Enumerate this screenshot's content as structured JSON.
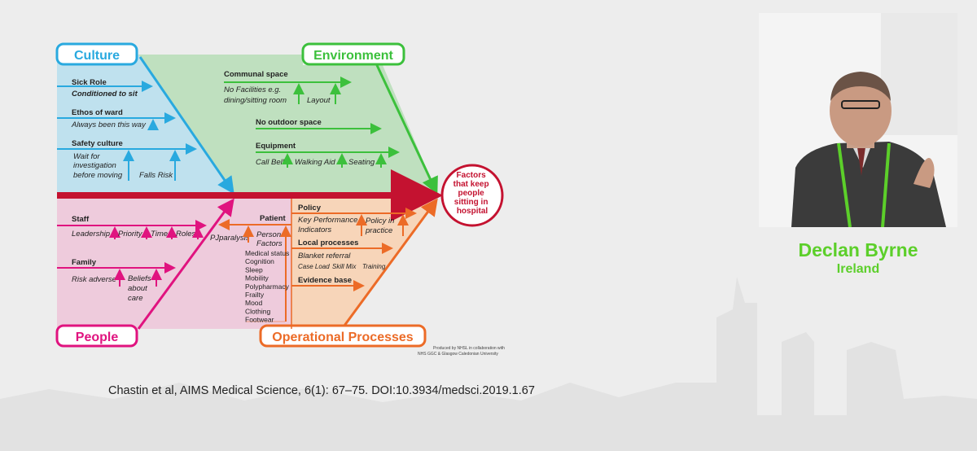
{
  "diagram": {
    "categories": {
      "culture": "Culture",
      "environment": "Environment",
      "people": "People",
      "operational": "Operational Processes"
    },
    "head": [
      "Factors",
      "that keep",
      "people",
      "sitting in",
      "hospital"
    ],
    "culture_items": {
      "sick_role": "Sick Role",
      "conditioned": "Conditioned to sit",
      "ethos": "Ethos of ward",
      "always": "Always been this way",
      "safety": "Safety culture",
      "wait1": "Wait for",
      "wait2": "investigation",
      "wait3": "before moving",
      "falls": "Falls Risk"
    },
    "environment_items": {
      "communal": "Communal space",
      "nofac1": "No Facilities e.g.",
      "nofac2": "dining/sitting room",
      "layout": "Layout",
      "outdoor": "No outdoor space",
      "equipment": "Equipment",
      "callbell": "Call Bell",
      "walkingaid": "Walking Aid",
      "seating": "Seating"
    },
    "people_items": {
      "staff": "Staff",
      "leadership": "Leadership",
      "priority": "Priority",
      "time": "Time",
      "roles": "Roles",
      "family": "Family",
      "riskadverse": "Risk adverse",
      "beliefs1": "Beliefs",
      "beliefs2": "about",
      "beliefs3": "care",
      "patient": "Patient",
      "pjparalysis": "PJparalysis",
      "personal1": "Personal",
      "personal2": "Factors",
      "factors_list": [
        "Medical status",
        "Cognition",
        "Sleep",
        "Mobility",
        "Polypharmacy",
        "Frailty",
        "Mood",
        "Clothing",
        "Footwear"
      ]
    },
    "operational_items": {
      "policy": "Policy",
      "kpi1": "Key Performance",
      "kpi2": "Indicators",
      "pip1": "Policy in",
      "pip2": "practice",
      "local": "Local processes",
      "blanket": "Blanket referral",
      "caseload": "Case Load",
      "skillmix": "Skill Mix",
      "training": "Training",
      "evidence": "Evidence base"
    },
    "credit": [
      "Produced by NHSL in collaboration with",
      "NHS GGC & Glasgow Caledonian University"
    ]
  },
  "reference": "Chastin et al, AIMS Medical Science, 6(1): 67–75. DOI:10.3934/medsci.2019.1.67",
  "speaker": {
    "name": "Declan Byrne",
    "country": "Ireland"
  },
  "colors": {
    "culture": "#29a9df",
    "environment": "#3cc03c",
    "people": "#e0137f",
    "operational": "#ec6b27",
    "spine": "#c41230",
    "culture_fill": "#bfe1ee",
    "environment_fill": "#bfe0bf",
    "people_fill": "#eecbdc",
    "operational_fill": "#f7d5b9",
    "speaker_text": "#5ccf2a"
  }
}
